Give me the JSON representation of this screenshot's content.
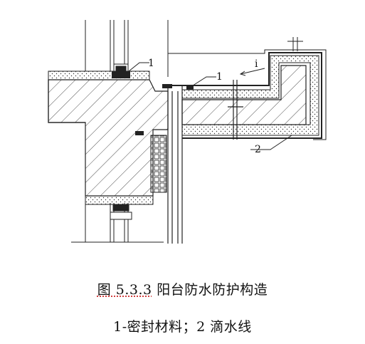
{
  "drawing": {
    "callout_1a": "1",
    "callout_1b": "1",
    "callout_2": "2",
    "slope_mark": "i"
  },
  "caption": {
    "figure_number": "图 5.3.3",
    "title": "阳台防水防护构造",
    "legend": "1-密封材料；2 滴水线"
  }
}
